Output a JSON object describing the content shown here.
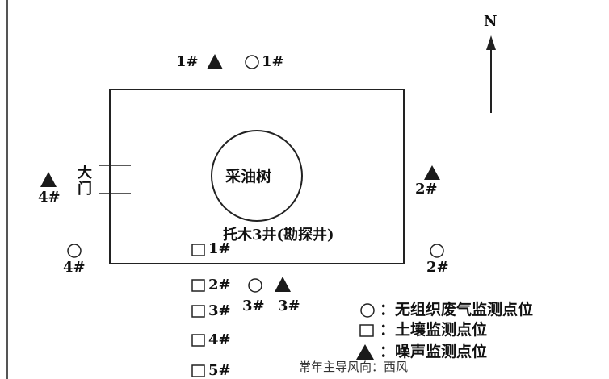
{
  "north": "N",
  "center": "采油树",
  "well_name": "托木3井(勘探井)",
  "gate": [
    "大",
    "门"
  ],
  "noise_points": {
    "p1": "1#",
    "p2": "2#",
    "p3": "3#",
    "p4": "4#"
  },
  "air_points": {
    "p1": "1#",
    "p2": "2#",
    "p3": "3#",
    "p4": "4#"
  },
  "soil_points": [
    "1#",
    "2#",
    "3#",
    "4#",
    "5#"
  ],
  "legend": {
    "air": "：无组织废气监测点位",
    "soil": "：土壤监测点位",
    "noise": "：噪声监测点位"
  },
  "footer": "常年主导风向：西风",
  "colors": {
    "line": "#222222",
    "fill": "#1a1a1a",
    "bg": "#ffffff"
  }
}
